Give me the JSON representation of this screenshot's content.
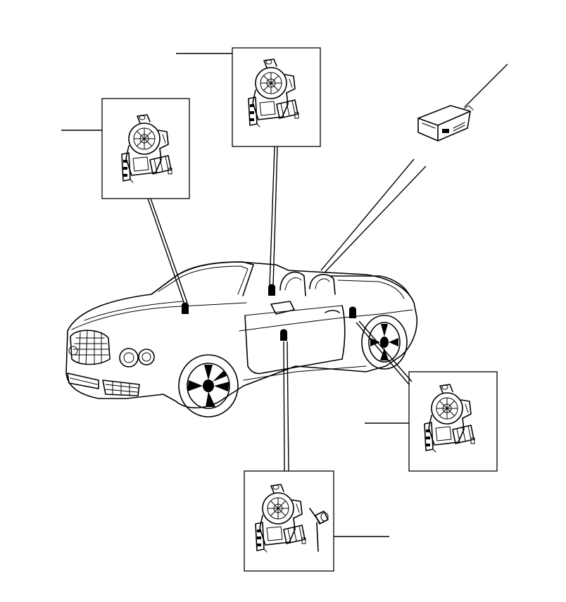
{
  "diagram": {
    "colors": {
      "line": "#000000",
      "background": "#ffffff"
    },
    "callouts": [
      {
        "id": "motor-front-left-inset"
      },
      {
        "id": "motor-rear-left-inset"
      },
      {
        "id": "control-module"
      },
      {
        "id": "motor-rear-right-inset"
      },
      {
        "id": "motor-front-right-inset"
      }
    ]
  }
}
